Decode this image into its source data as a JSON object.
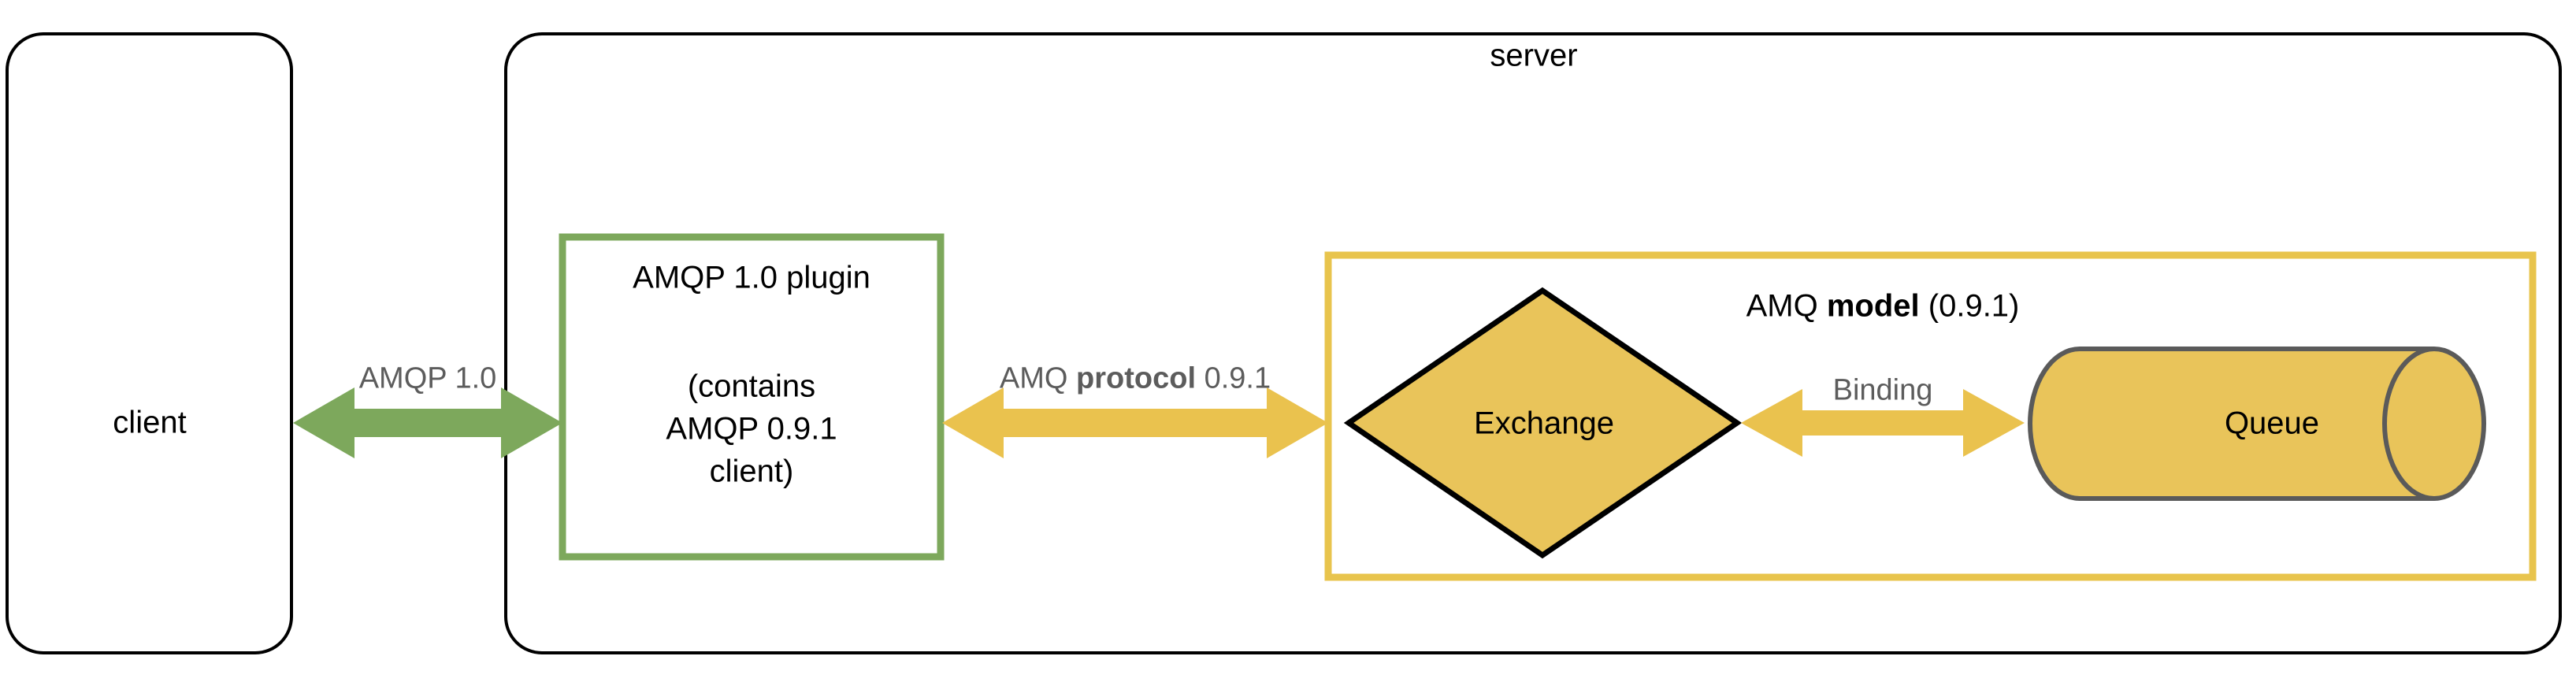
{
  "diagram": {
    "title_hidden": "",
    "colors": {
      "green": "#7DA85C",
      "gold_border": "#E8C44D",
      "gold_fill": "#E9C45A",
      "arrow_gold": "#EAC24E",
      "outline_black": "#000000",
      "outline_gray": "#5A5A5A",
      "label_gray": "#5c5c5c",
      "background": "#FFFFFF"
    },
    "nodes": {
      "client_box": {
        "label": "client",
        "shape": "rounded-rectangle",
        "stroke": "#000000",
        "fill": "#FFFFFF"
      },
      "server_box": {
        "label": "server",
        "shape": "rounded-rectangle",
        "stroke": "#000000",
        "fill": "#FFFFFF"
      },
      "plugin_box": {
        "line1": "AMQP 1.0 plugin",
        "line2": "(contains",
        "line3": "AMQP 0.9.1",
        "line4": "client)",
        "shape": "rectangle",
        "stroke": "#7DA85C",
        "fill": "#FFFFFF"
      },
      "model_box": {
        "label_prefix": "AMQ ",
        "label_bold": "model",
        "label_suffix": " (0.9.1)",
        "shape": "rectangle",
        "stroke": "#E8C44D",
        "fill": "#FFFFFF"
      },
      "exchange": {
        "label": "Exchange",
        "shape": "diamond",
        "stroke": "#000000",
        "fill": "#E9C45A"
      },
      "queue": {
        "label": "Queue",
        "shape": "cylinder",
        "stroke": "#5A5A5A",
        "fill": "#E9C45A"
      }
    },
    "edges": [
      {
        "name": "client-to-plugin",
        "label": "AMQP 1.0",
        "label_bold": "",
        "color": "#7DA85C",
        "direction": "bidirectional"
      },
      {
        "name": "plugin-to-model",
        "label_prefix": "AMQ ",
        "label_bold": "protocol",
        "label_suffix": " 0.9.1",
        "color": "#EAC24E",
        "direction": "bidirectional"
      },
      {
        "name": "exchange-to-queue",
        "label": "Binding",
        "color": "#EAC24E",
        "direction": "bidirectional"
      }
    ]
  }
}
